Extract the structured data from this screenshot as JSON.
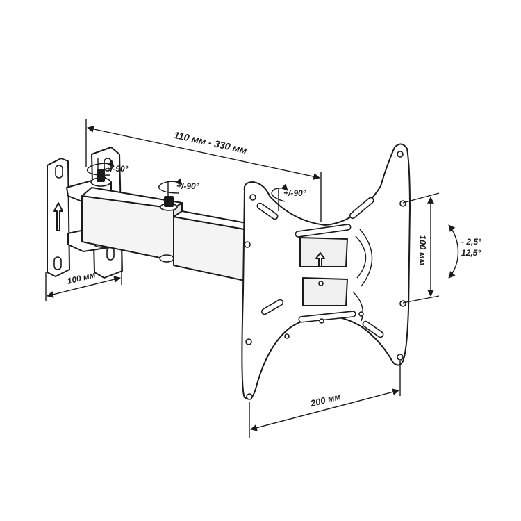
{
  "labels": {
    "arm_extension": "110 мм - 330 мм",
    "wall_width": "100 мм",
    "vesa_height": "100 мм",
    "vesa_width": "200 мм",
    "swivel_wall": "+/-90°",
    "swivel_middle": "+/-90°",
    "swivel_head": "+/-90°",
    "tilt_up": "- 2,5°",
    "tilt_down": "12,5°"
  },
  "colors": {
    "line": "#1a1a1a",
    "background": "#ffffff",
    "mount_fill": "#ffffff",
    "arm_fill": "#f4f4f4"
  },
  "icons": {
    "swivel": "curved-arrow-icon",
    "tilt": "curved-double-arrow-icon",
    "direction": "up-arrow-icon"
  }
}
